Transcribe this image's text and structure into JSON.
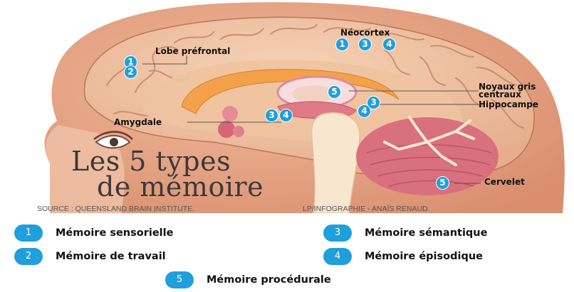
{
  "title": {
    "line1": "Les 5 types",
    "line2": "de mémoire"
  },
  "credits": {
    "source": "SOURCE : QUEENSLAND BRAIN INSTITUTE.",
    "infographic": "LP/INFOGRAPHIE - ANAÏS RENAUD."
  },
  "labels": {
    "neocortex": {
      "text": "Néocortex",
      "badges": [
        "1",
        "3",
        "4"
      ]
    },
    "prefrontal": {
      "text": "Lobe préfrontal",
      "badges": [
        "1",
        "2"
      ]
    },
    "basal_ganglia": {
      "text_line1": "Noyaux gris",
      "text_line2": "centraux",
      "badge": "5"
    },
    "hippocampus": {
      "text": "Hippocampe",
      "badges": [
        "3",
        "4"
      ]
    },
    "amygdala": {
      "text": "Amygdale",
      "badges": [
        "3",
        "4"
      ]
    },
    "cerebellum": {
      "text": "Cervelet",
      "badge": "5"
    }
  },
  "legend": {
    "items": [
      {
        "number": "1",
        "label": "Mémoire sensorielle"
      },
      {
        "number": "2",
        "label": "Mémoire de travail"
      },
      {
        "number": "3",
        "label": "Mémoire sémantique"
      },
      {
        "number": "4",
        "label": "Mémoire épisodique"
      },
      {
        "number": "5",
        "label": "Mémoire procédurale"
      }
    ]
  },
  "colors": {
    "badge": "#1f9fdc",
    "brain": "#f2c6a6",
    "brain_fold": "#c98e6c",
    "skin": "#e9a788",
    "corpus_callosum": "#f4a14a",
    "cerebellum": "#d9707e",
    "brainstem": "#f8e7ce"
  },
  "icons": [
    "eye-icon"
  ]
}
